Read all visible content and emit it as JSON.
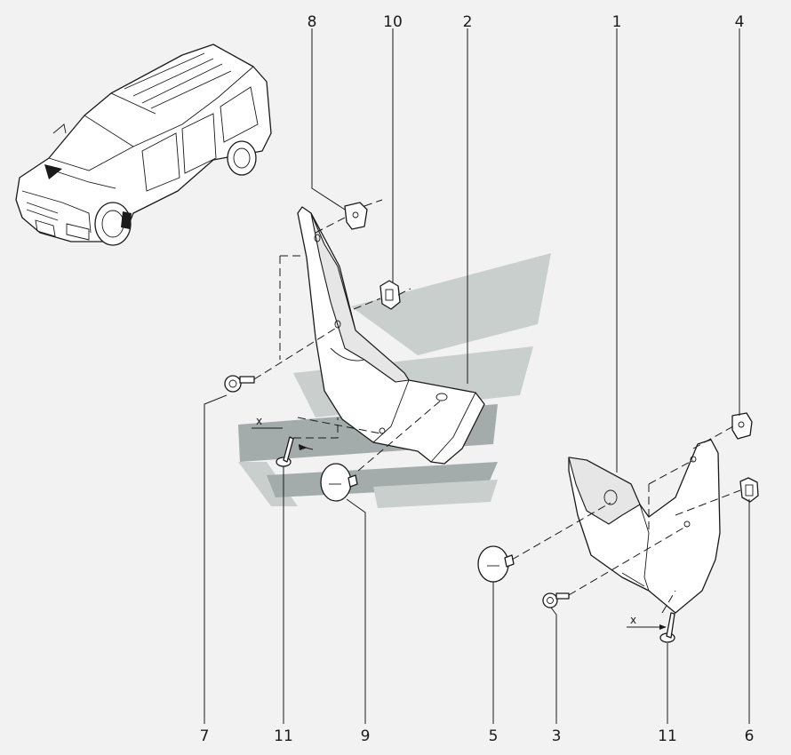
{
  "diagram": {
    "callouts": {
      "c1": "1",
      "c2": "2",
      "c3": "3",
      "c4": "4",
      "c5": "5",
      "c6": "6",
      "c7": "7",
      "c8": "8",
      "c9": "9",
      "c10": "10",
      "c11_left": "11",
      "c11_right": "11"
    },
    "view_markers": {
      "x_left": "x",
      "x_right": "x"
    }
  }
}
